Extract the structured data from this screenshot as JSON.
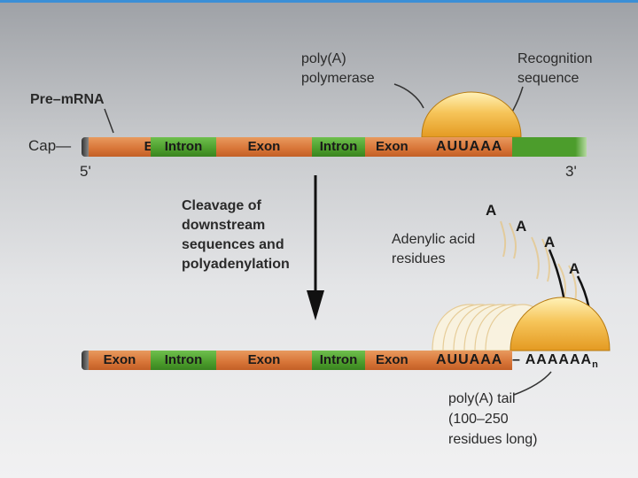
{
  "labels": {
    "pre_mrna": "Pre–mRNA",
    "cap": "Cap—",
    "five_prime": "5'",
    "three_prime": "3'",
    "polymerase_line1": "poly(A)",
    "polymerase_line2": "polymerase",
    "recognition_line1": "Recognition",
    "recognition_line2": "sequence",
    "cleavage_line1": "Cleavage of",
    "cleavage_line2": "downstream",
    "cleavage_line3": "sequences and",
    "cleavage_line4": "polyadenylation",
    "adenylic_line1": "Adenylic acid",
    "adenylic_line2": "residues",
    "tail_line1": "poly(A) tail",
    "tail_line2": "(100–250",
    "tail_line3": "residues long)"
  },
  "top_strand": {
    "segments": [
      "Exon",
      "Intron",
      "Exon",
      "Intron",
      "Exon"
    ],
    "recognition_seq": "AUUAAA"
  },
  "bottom_strand": {
    "segments": [
      "Exon",
      "Intron",
      "Exon",
      "Intron",
      "Exon"
    ],
    "recognition_seq": "AUUAAA",
    "tail_text": "– AAAAAA",
    "tail_subscript": "n"
  },
  "free_residues": [
    "A",
    "A",
    "A",
    "A"
  ],
  "colors": {
    "exon": "#d9773a",
    "intron": "#4c9d2c",
    "polymerase": "#f2b640",
    "accent_bar": "#3b8fd6"
  }
}
